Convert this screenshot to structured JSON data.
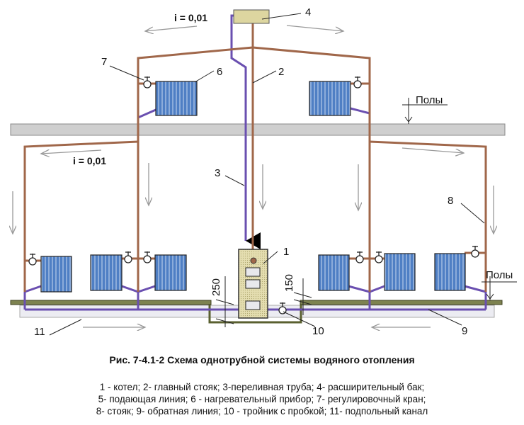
{
  "diagram": {
    "slope_top": "i = 0,01",
    "slope_bottom": "i = 0,01",
    "floor_label_upper": "Полы",
    "floor_label_lower": "Полы",
    "dim_250": "250",
    "dim_150": "150",
    "callouts": {
      "n1": "1",
      "n2": "2",
      "n3": "3",
      "n4": "4",
      "n6": "6",
      "n7": "7",
      "n8": "8",
      "n9": "9",
      "n10": "10",
      "n11": "11"
    },
    "colors": {
      "supply": "#a0674a",
      "return": "#6a4fb0",
      "radiator": "#4f7fc4",
      "slab": "#cfcfcf",
      "boiler": "#ddd6a0",
      "floor": "#6b7040"
    }
  },
  "caption": {
    "title": "Рис. 7-4.1-2  Схема однотрубной  системы  водяного  отопления",
    "legend_lines": [
      "1 - котел;  2- главный  стояк;  3-переливная  труба;  4- расширительный бак;",
      "5- подающая  линия; 6 - нагревательный  прибор;  7- регулировочный  кран;",
      "8- стояк;  9- обратная  линия;  10 - тройник с пробкой;  11- подпольный канал"
    ]
  }
}
